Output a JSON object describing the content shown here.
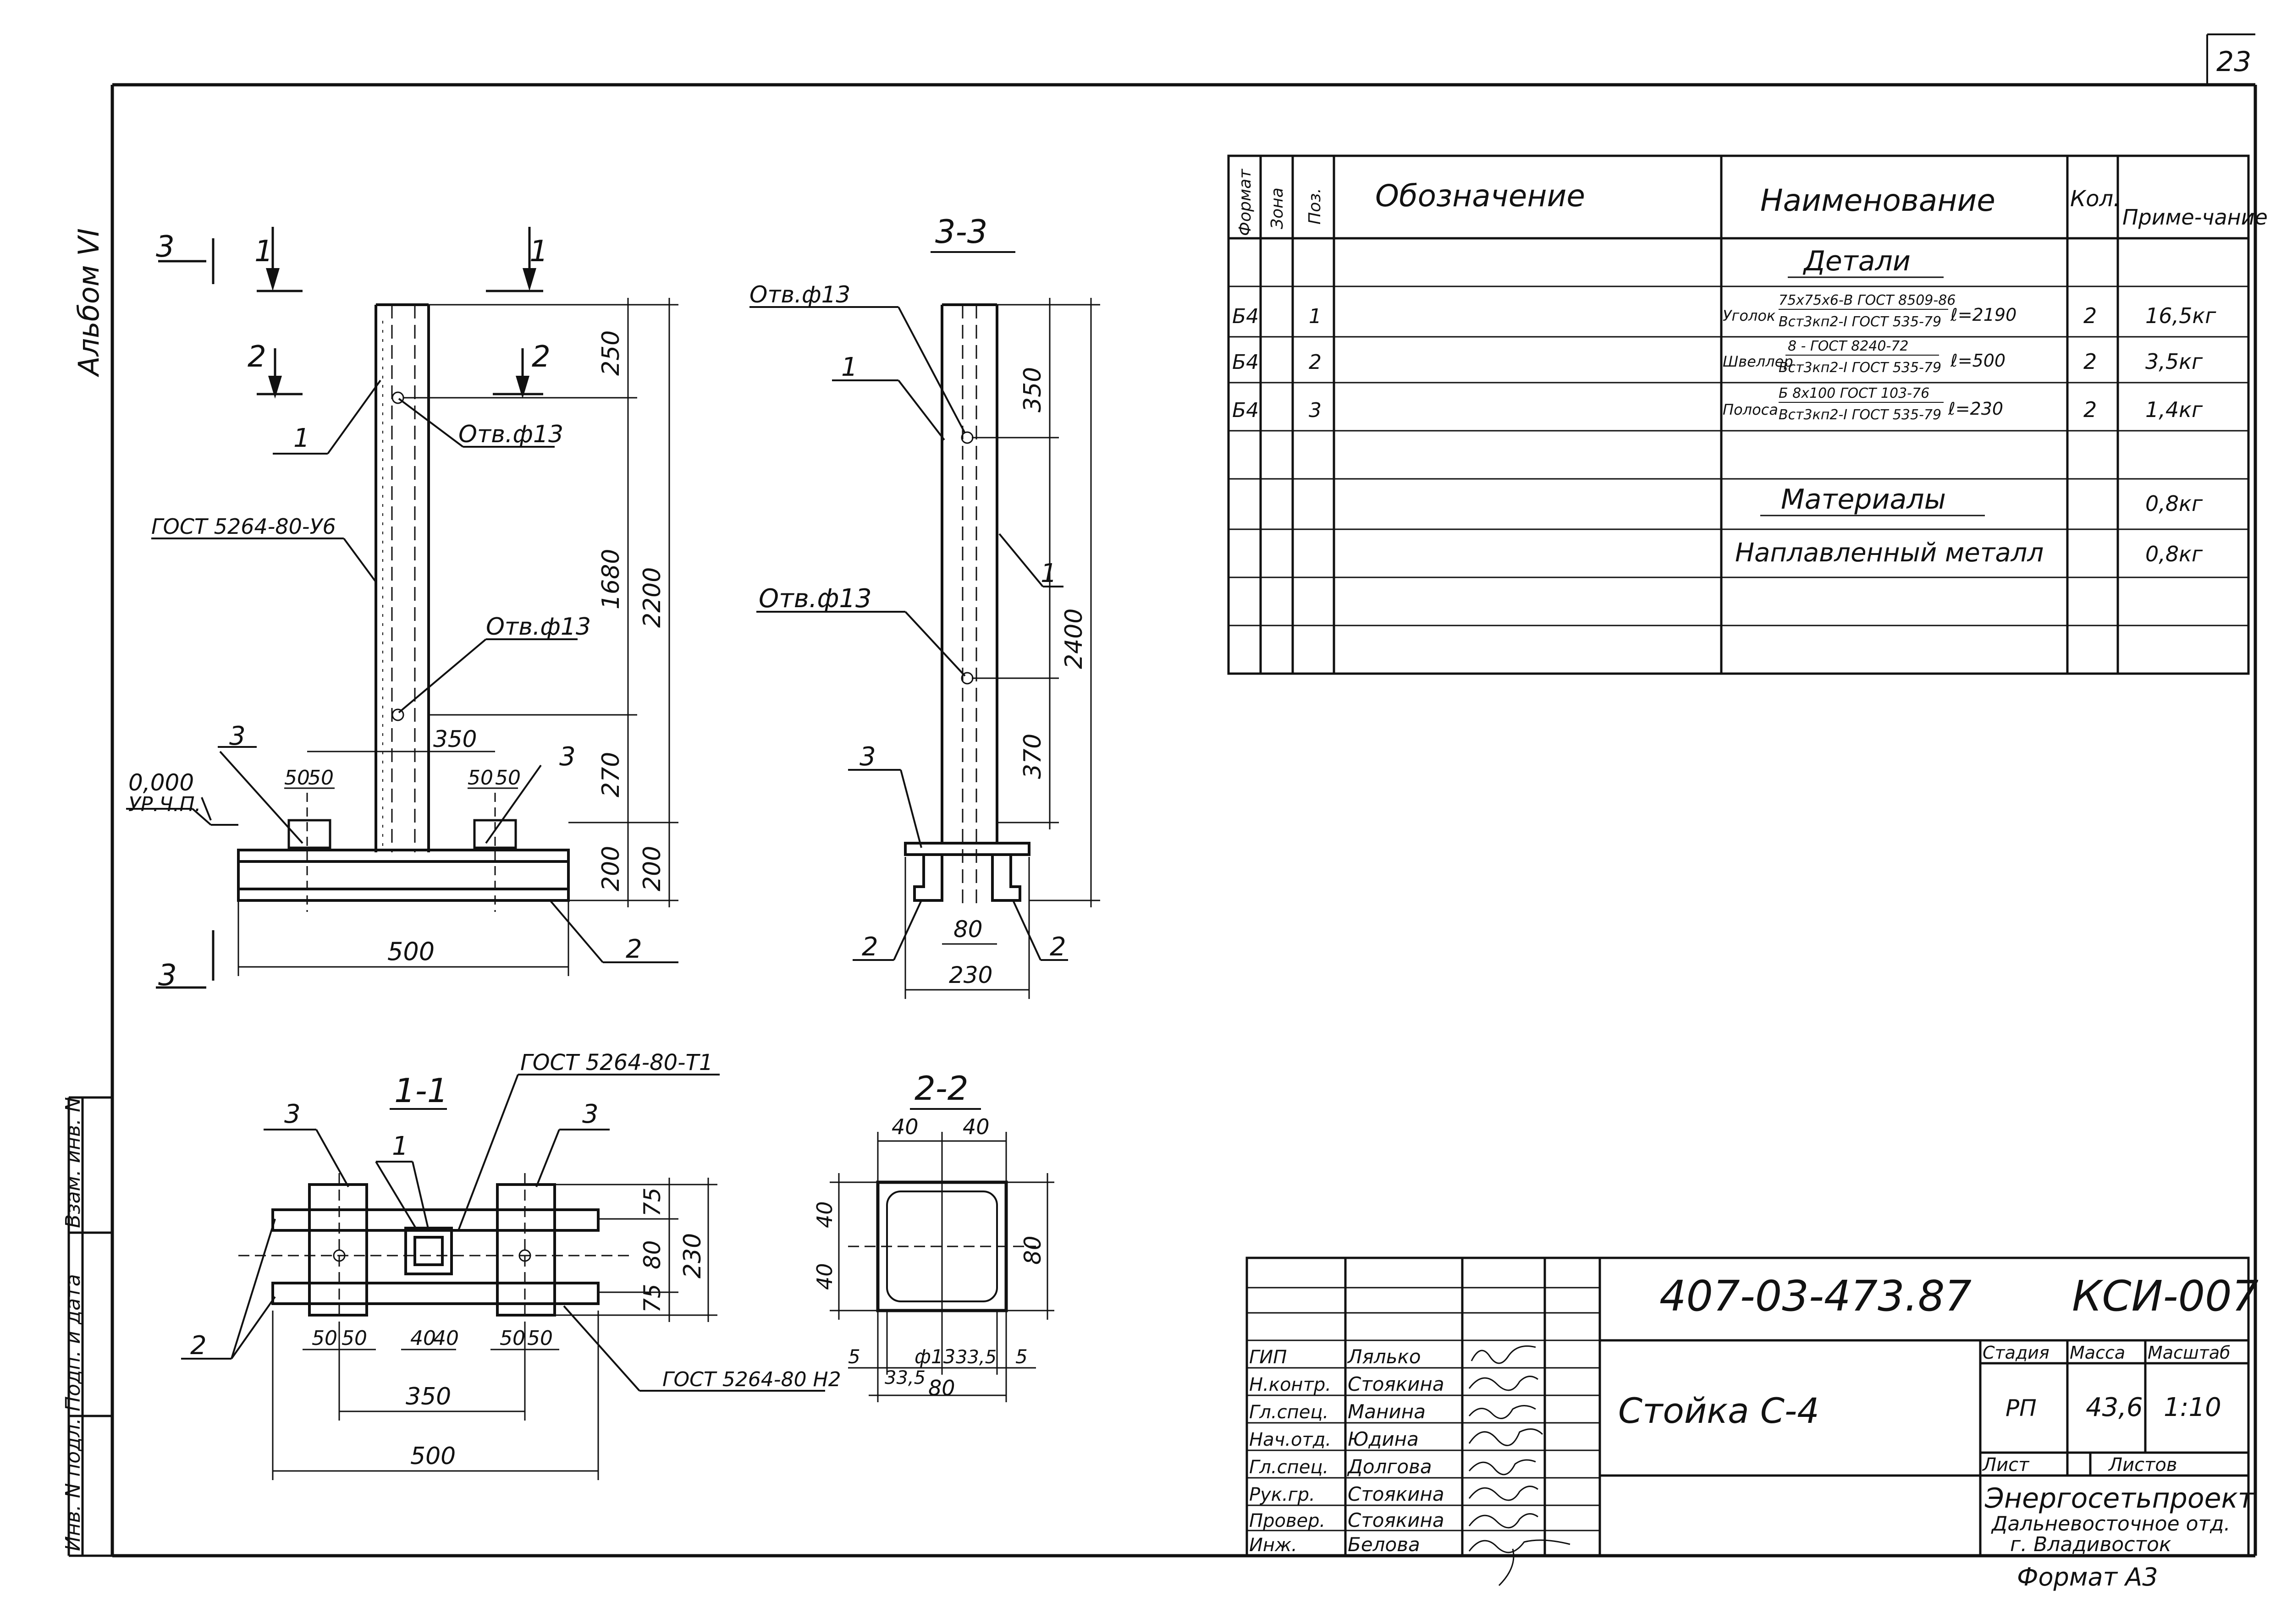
{
  "sheet_number": "23",
  "album": "Альбом VI",
  "left_margin": {
    "vzam_inv": "Взам. инв. N",
    "podp_data": "Подп. и дата",
    "inv_podl": "Инв. N подл."
  },
  "spec_table": {
    "headers": {
      "format": "Формат",
      "zone": "Зона",
      "pos": "Поз.",
      "designation": "Обозначение",
      "name": "Наименование",
      "qty": "Кол.",
      "note": "Приме-чание"
    },
    "section_details": "Детали",
    "rows": [
      {
        "format": "Б4",
        "pos": "1",
        "name_prefix": "Уголок",
        "name_top": "75x75x6-В ГОСТ 8509-86",
        "name_bottom": "Вст3кп2-I ГОСТ 535-79",
        "length": "ℓ=2190",
        "qty": "2",
        "note": "16,5кг"
      },
      {
        "format": "Б4",
        "pos": "2",
        "name_prefix": "Швеллер",
        "name_top": "8 - ГОСТ 8240-72",
        "name_bottom": "Вст3кп2-I ГОСТ 535-79",
        "length": "ℓ=500",
        "qty": "2",
        "note": "3,5кг"
      },
      {
        "format": "Б4",
        "pos": "3",
        "name_prefix": "Полоса",
        "name_top": "Б 8x100 ГОСТ 103-76",
        "name_bottom": "Вст3кп2-I ГОСТ 535-79",
        "length": "ℓ=230",
        "qty": "2",
        "note": "1,4кг"
      }
    ],
    "section_materials": "Материалы",
    "materials_note": "0,8кг",
    "weld_metal": "Наплавленный металл",
    "weld_note": "0,8кг"
  },
  "front_view": {
    "section_mark_3": "3",
    "section_mark_1": "1",
    "section_mark_2": "2",
    "label_pos1": "1",
    "hole_label_1": "Отв.ф13",
    "hole_label_2": "Отв.ф13",
    "profile_label": "ГОСТ 5264-80-У6",
    "level_value": "0,000",
    "level_label": "УР.Ч.П.",
    "label_pos3_left": "3",
    "label_pos3_right": "3",
    "label_pos2": "2",
    "dim_250": "250",
    "dim_1680": "1680",
    "dim_2200": "2200",
    "dim_270": "270",
    "dim_200a": "200",
    "dim_200b": "200",
    "dim_350": "350",
    "dim_50a": "50",
    "dim_50b": "50",
    "dim_50c": "50",
    "dim_50d": "50",
    "dim_500": "500"
  },
  "section_3_3": {
    "title": "3-3",
    "hole_label_1": "Отв.ф13",
    "hole_label_2": "Отв.ф13",
    "label_pos1_a": "1",
    "label_pos1_b": "1",
    "label_pos3": "3",
    "label_pos2_a": "2",
    "label_pos2_b": "2",
    "dim_350": "350",
    "dim_2400": "2400",
    "dim_370": "370",
    "dim_80": "80",
    "dim_230": "230"
  },
  "section_1_1": {
    "title": "1-1",
    "profile_label": "ГОСТ 5264-80-Т1",
    "weld_label": "ГОСТ 5264-80 Н2",
    "label_pos3_a": "3",
    "label_pos3_b": "3",
    "label_pos1": "1",
    "label_pos2": "2",
    "dim_75a": "75",
    "dim_80": "80",
    "dim_75b": "75",
    "dim_230": "230",
    "dim_50_1": "50",
    "dim_50_2": "50",
    "dim_40_1": "40",
    "dim_40_2": "40",
    "dim_50_3": "50",
    "dim_50_4": "50",
    "dim_350": "350",
    "dim_500": "500"
  },
  "section_2_2": {
    "title": "2-2",
    "dim_40a": "40",
    "dim_40b": "40",
    "dim_40c": "40",
    "dim_40d": "40",
    "dim_80v": "80",
    "dim_5a": "5",
    "dim_f13": "ф13",
    "dim_33_5a": "33,5",
    "dim_5b": "5",
    "dim_33_5b": "33,5",
    "dim_80h": "80"
  },
  "title_block": {
    "code": "407-03-473.87",
    "doc": "КСИ-007",
    "stage_h": "Стадия",
    "mass_h": "Масса",
    "scale_h": "Масштаб",
    "stage": "РП",
    "mass": "43,6",
    "scale": "1:10",
    "sheet_h": "Лист",
    "sheets_h": "Листов",
    "title": "Стойка С-4",
    "org": "Энергосетьпроект",
    "org_dept": "Дальневосточное отд.",
    "org_city": "г. Владивосток",
    "format": "Формат А3",
    "signatures": [
      {
        "role": "ГИП",
        "name": "Лялько"
      },
      {
        "role": "Н.контр.",
        "name": "Стоякина"
      },
      {
        "role": "Гл.спец.",
        "name": "Манина"
      },
      {
        "role": "Нач.отд.",
        "name": "Юдина"
      },
      {
        "role": "Гл.спец.",
        "name": "Долгова"
      },
      {
        "role": "Рук.гр.",
        "name": "Стоякина"
      },
      {
        "role": "Провер.",
        "name": "Стоякина"
      },
      {
        "role": "Инж.",
        "name": "Белова"
      }
    ]
  }
}
